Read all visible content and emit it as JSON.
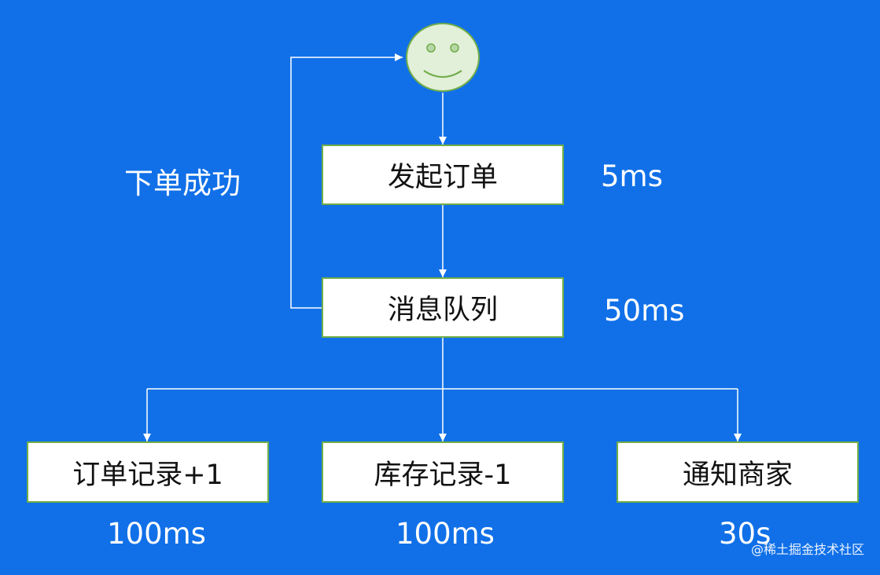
{
  "colors": {
    "background": "#1170e8",
    "box_fill": "#ffffff",
    "box_border": "#70ad47",
    "line": "#ffffff",
    "face_fill": "#e2efd9"
  },
  "user_icon": "smiley-face-icon",
  "success_label": "下单成功",
  "nodes": {
    "place_order": {
      "label": "发起订单",
      "time": "5ms"
    },
    "message_queue": {
      "label": "消息队列",
      "time": "50ms"
    },
    "order_record": {
      "label": "订单记录+1",
      "time": "100ms"
    },
    "inventory_record": {
      "label": "库存记录-1",
      "time": "100ms"
    },
    "notify_merchant": {
      "label": "通知商家",
      "time": "30s"
    }
  },
  "watermark": "@稀土掘金技术社区"
}
